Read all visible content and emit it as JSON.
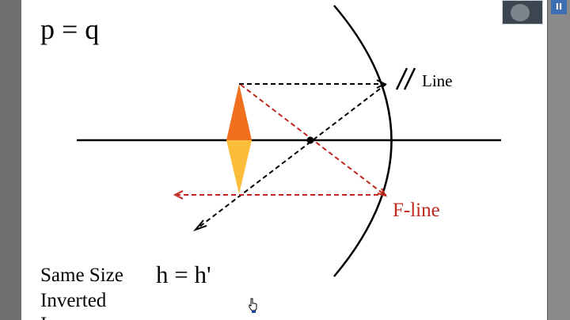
{
  "slide": {
    "equation": "p = q",
    "line_label": "Line",
    "f_line_label": "F-line",
    "same_size": "Same Size",
    "magnification": "h = h'",
    "inverted": "Inverted",
    "partially_hidden_line": "I"
  },
  "icons": {
    "cursor": "hand-pointer-icon",
    "pause": "pause-icon",
    "parallel_mark": "double-slash-mark"
  },
  "toolbar": {
    "pause_label": "II"
  },
  "colors": {
    "object_top": "#f26f1e",
    "object_bottom": "#fbbd3a",
    "red_ray": "#c0281c",
    "black_ray": "#000000"
  }
}
